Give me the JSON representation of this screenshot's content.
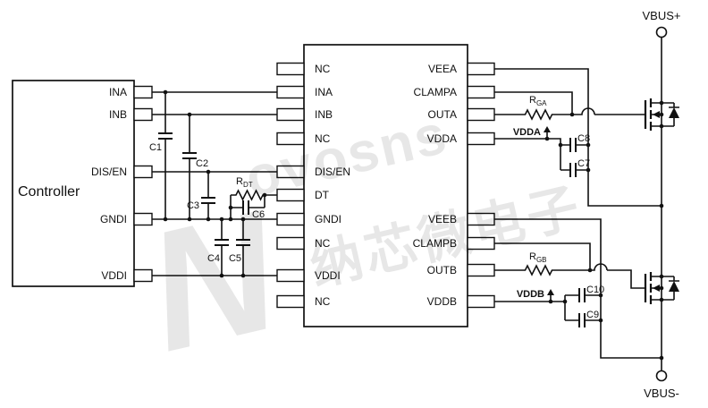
{
  "watermark": {
    "logo": "N",
    "line1": "ovosns",
    "line2": "纳芯微电子"
  },
  "controller": {
    "title": "Controller",
    "pins": [
      "INA",
      "INB",
      "DIS/EN",
      "GNDI",
      "VDDI"
    ]
  },
  "ic": {
    "left_pins": [
      "NC",
      "INA",
      "INB",
      "NC",
      "DIS/EN",
      "DT",
      "GNDI",
      "NC",
      "VDDI",
      "NC"
    ],
    "right_pins": [
      "VEEA",
      "CLAMPA",
      "OUTA",
      "VDDA",
      "VEEB",
      "CLAMPB",
      "OUTB",
      "VDDB"
    ]
  },
  "components": {
    "c1": "C1",
    "c2": "C2",
    "c3": "C3",
    "c4": "C4",
    "c5": "C5",
    "c6": "C6",
    "c7": "C7",
    "c8": "C8",
    "c9": "C9",
    "c10": "C10",
    "rdt": {
      "name": "R",
      "sub": "DT"
    },
    "rga": {
      "name": "R",
      "sub": "GA"
    },
    "rgb": {
      "name": "R",
      "sub": "GB"
    }
  },
  "power": {
    "vbus_plus": "VBUS+",
    "vbus_minus": "VBUS-",
    "vdda": "VDDA",
    "vddb": "VDDB"
  },
  "colors": {
    "line": "#111111",
    "background": "#ffffff"
  }
}
